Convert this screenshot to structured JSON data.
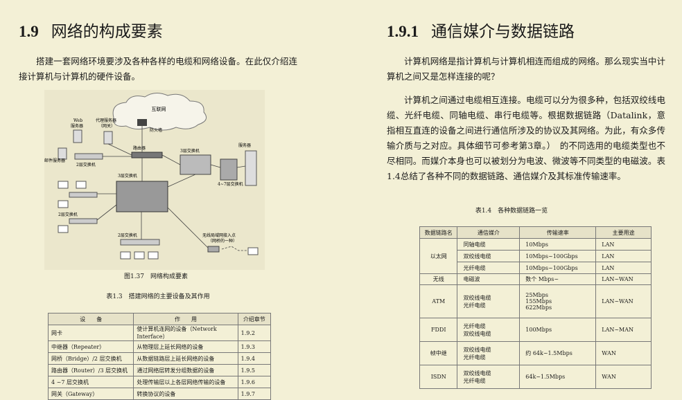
{
  "left": {
    "heading_num": "1.9",
    "heading_text": "网络的构成要素",
    "para": "搭建一套网络环境要涉及各种各样的电缆和网络设备。在此仅介绍连接计算机与计算机的硬件设备。",
    "diagram": {
      "internet": "互联网",
      "web": "Web",
      "web2": "服务器",
      "proxy": "代理服务器",
      "proxy2": "（网关）",
      "firewall": "防火墙",
      "router": "路由器",
      "mail": "邮件服务器",
      "l2a": "2层交换机",
      "l3a": "3层交换机",
      "server": "服务器",
      "l47": "4~7层交换机",
      "l3b": "3层交换机",
      "l2b": "2层交换机",
      "l2c": "2层交换机",
      "ap": "无线局域网接入点",
      "ap2": "（网桥的一种）"
    },
    "fig_caption": "图1.37　网络构成要素",
    "table_caption": "表1.3　搭建网络的主要设备及其作用",
    "table": {
      "headers": [
        "设　　备",
        "作　　用",
        "介绍章节"
      ],
      "rows": [
        [
          "网卡",
          "使计算机连网的设备（Network Interface）",
          "1.9.2"
        ],
        [
          "中继器（Repeater）",
          "从物理层上延长网络的设备",
          "1.9.3"
        ],
        [
          "网桥（Bridge）/2 层交换机",
          "从数据链路层上延长网络的设备",
          "1.9.4"
        ],
        [
          "路由器（Router）/3 层交换机",
          "通过网络层转发分组数据的设备",
          "1.9.5"
        ],
        [
          "4 ~7 层交换机",
          "处理传输层以上各层网络传输的设备",
          "1.9.6"
        ],
        [
          "网关（Gateway）",
          "转换协议的设备",
          "1.9.7"
        ]
      ]
    }
  },
  "right": {
    "heading_num": "1.9.1",
    "heading_text": "通信媒介与数据链路",
    "para1": "计算机网络是指计算机与计算机相连而组成的网络。那么现实当中计算机之间又是怎样连接的呢？",
    "para2": "计算机之间通过电缆相互连接。电缆可以分为很多种，包括双绞线电缆、光纤电缆、同轴电缆、串行电缆等。根据数据链路（Datalink，意指相互直连的设备之间进行通信所涉及的协议及其网络。为此，有众多传输介质与之对应。具体细节可参考第3章。）　的不同选用的电缆类型也不尽相同。而媒介本身也可以被划分为电波、微波等不同类型的电磁波。表1.4总结了各种不同的数据链路、通信媒介及其标准传输速率。",
    "table_caption": "表1.4　各种数据链路一览",
    "table": {
      "headers": [
        "数据链路名",
        "通信媒介",
        "传输速率",
        "主要用途"
      ],
      "ethernet": "以太网",
      "eth_rows": [
        [
          "同轴电缆",
          "10Mbps",
          "LAN"
        ],
        [
          "双绞线电缆",
          "10Mbps~100Gbps",
          "LAN"
        ],
        [
          "光纤电缆",
          "10Mbps~100Gbps",
          "LAN"
        ]
      ],
      "wireless": [
        "无线",
        "电磁波",
        "数个 Mbps~",
        "LAN~WAN"
      ],
      "atm": [
        "ATM",
        "双绞线电缆",
        "光纤电缆",
        "25Mbps",
        "155Mbps",
        "622Mbps",
        "LAN~WAN"
      ],
      "fddi": [
        "FDDI",
        "光纤电缆",
        "双绞线电缆",
        "100Mbps",
        "LAN~MAN"
      ],
      "frame": [
        "帧中继",
        "双绞线电缆",
        "光纤电缆",
        "约 64k~1.5Mbps",
        "WAN"
      ],
      "isdn": [
        "ISDN",
        "双绞线电缆",
        "光纤电缆",
        "64k~1.5Mbps",
        "WAN"
      ]
    }
  }
}
